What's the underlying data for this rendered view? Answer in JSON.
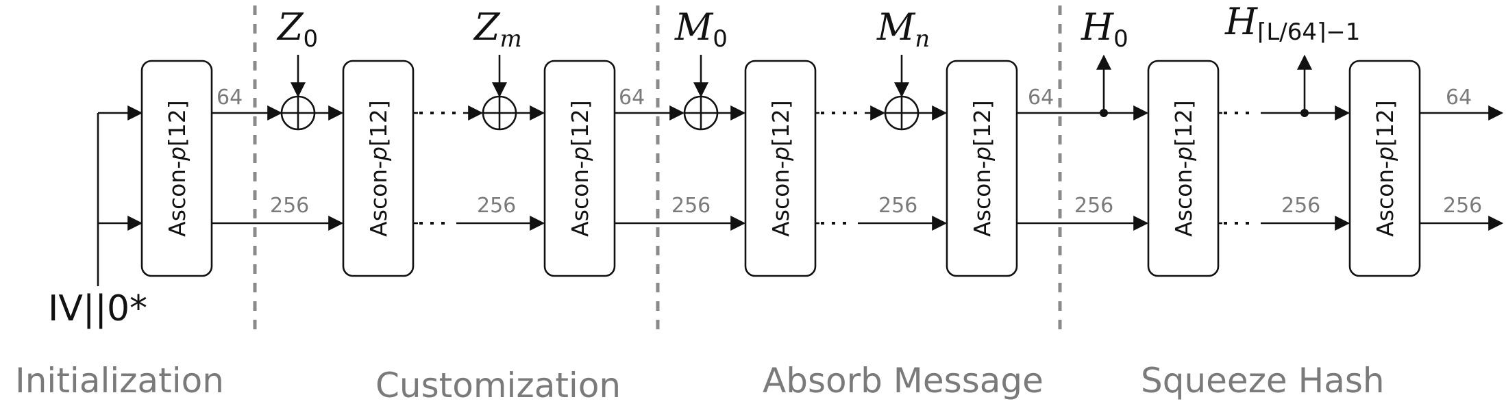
{
  "permutation_label_prefix": "Ascon-",
  "permutation_label_var": "p",
  "permutation_label_suffix": "[12]",
  "bits": {
    "rate": "64",
    "capacity": "256"
  },
  "iv_label": "IV||0*",
  "inputs": {
    "z0": {
      "base": "Z",
      "sub": "0"
    },
    "zm": {
      "base": "Z",
      "sub": "m"
    },
    "m0": {
      "base": "M",
      "sub": "0"
    },
    "mn": {
      "base": "M",
      "sub": "n"
    }
  },
  "outputs": {
    "h0": {
      "base": "H",
      "sub": "0"
    },
    "hlast": {
      "base": "H",
      "sub": "⌈L/64⌉−1"
    }
  },
  "phases": [
    "Initialization",
    "Customization",
    "Absorb Message",
    "Squeeze Hash"
  ]
}
